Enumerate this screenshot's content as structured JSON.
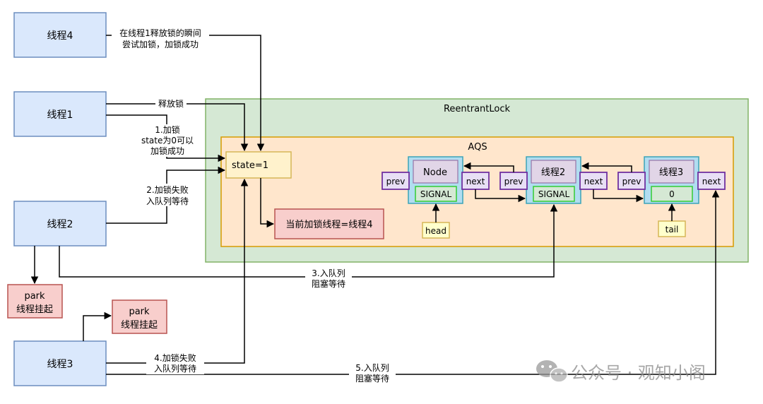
{
  "threads": {
    "t4": "线程4",
    "t1": "线程1",
    "t2": "线程2",
    "t3": "线程3"
  },
  "containers": {
    "reentrant_lock": "ReentrantLock",
    "aqs": "AQS"
  },
  "state_box": "state=1",
  "owner_box": "当前加锁线程=线程4",
  "queue": {
    "prev": "prev",
    "next": "next",
    "nodes": [
      {
        "name": "Node",
        "status": "SIGNAL"
      },
      {
        "name": "线程2",
        "status": "SIGNAL"
      },
      {
        "name": "线程3",
        "status": "0"
      }
    ],
    "head": "head",
    "tail": "tail"
  },
  "park_boxes": {
    "p1": [
      "park",
      "线程挂起"
    ],
    "p2": [
      "park",
      "线程挂起"
    ]
  },
  "annotations": {
    "t4_note": [
      "在线程1释放锁的瞬间",
      "尝试加锁，加锁成功"
    ],
    "t1_release": "释放锁",
    "t1_lock": [
      "1.加锁",
      "state为0可以",
      "加锁成功"
    ],
    "t2_fail": [
      "2.加锁失败",
      "入队列等待"
    ],
    "t2_enqueue": [
      "3.入队列",
      "阻塞等待"
    ],
    "t3_fail": [
      "4.加锁失败",
      "入队列等待"
    ],
    "t3_enqueue": [
      "5.入队列",
      "阻塞等待"
    ]
  },
  "watermark": "公众号 · 观知小阁",
  "colors": {
    "thread_fill": "#dae8fc",
    "thread_stroke": "#6c8ebf",
    "lock_fill": "#d5e8d4",
    "lock_stroke": "#82b366",
    "aqs_fill": "#ffe6cc",
    "aqs_stroke": "#d79b00",
    "state_fill": "#fff2cc",
    "state_stroke": "#d6b656",
    "red_fill": "#f8cecc",
    "red_stroke": "#b85450",
    "purple_fill": "#e1d5e7",
    "purple_stroke": "#9673a6",
    "pointer_fill": "#e8dff5",
    "pointer_stroke": "#7030a0",
    "node_outer": "#b1ddf0",
    "node_outer_stroke": "#3aa3b8",
    "signal_fill": "#d5e8d4",
    "signal_stroke": "#33cc33",
    "hl_fill": "#ffffcc",
    "hl_stroke": "#d6b656"
  }
}
